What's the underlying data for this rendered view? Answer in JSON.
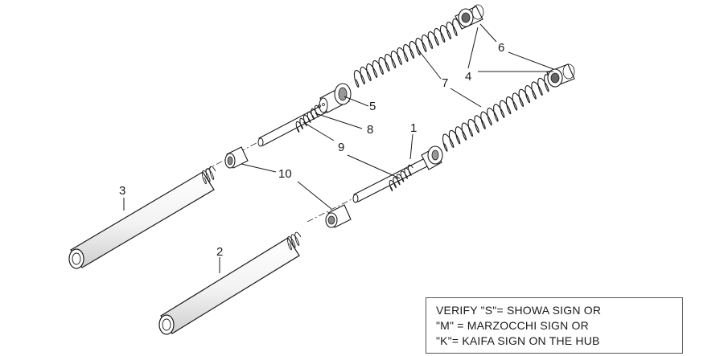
{
  "callouts": {
    "c1": "1",
    "c2": "2",
    "c3": "3",
    "c4": "4",
    "c5": "5",
    "c6": "6",
    "c7": "7",
    "c8": "8",
    "c9": "9",
    "c10": "10"
  },
  "note": {
    "line1": "VERIFY \"S\"= SHOWA SIGN OR",
    "line2": "\"M\" = MARZOCCHI SIGN OR",
    "line3": "\"K\"= KAIFA SIGN ON THE HUB"
  },
  "colors": {
    "line": "#1a1a1a",
    "part_fill": "#ffffff",
    "shade": "#d9d9d9"
  }
}
